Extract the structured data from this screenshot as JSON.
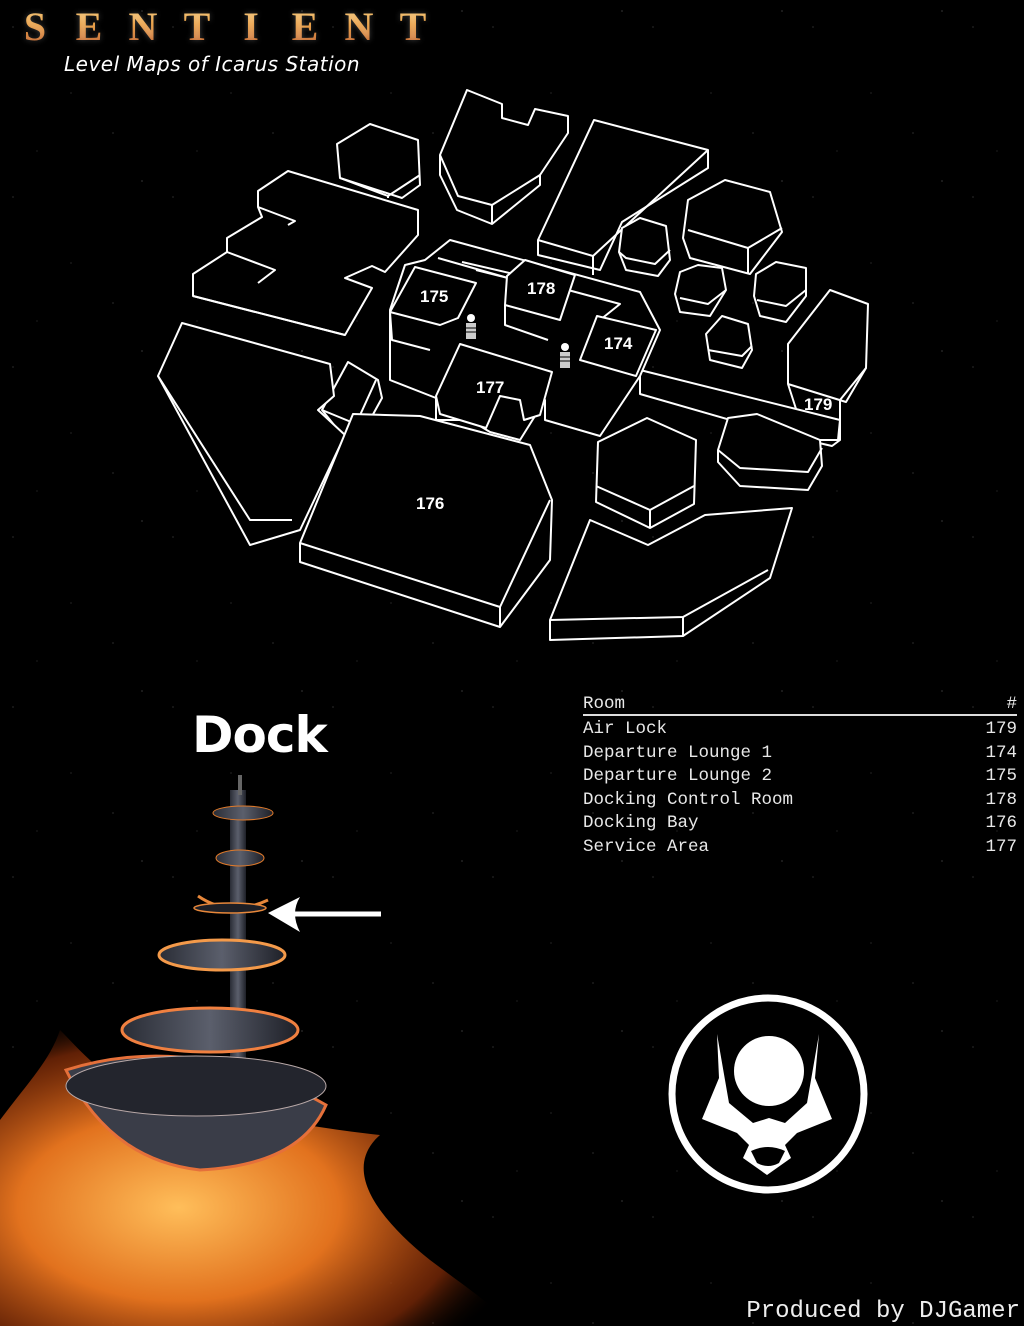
{
  "header": {
    "title_letters": [
      "S",
      "E",
      "N",
      "T",
      "I",
      "E",
      "N",
      "T"
    ],
    "subtitle": "Level Maps of Icarus Station"
  },
  "map": {
    "rooms": [
      {
        "id": "175",
        "label": "175"
      },
      {
        "id": "178",
        "label": "178"
      },
      {
        "id": "174",
        "label": "174"
      },
      {
        "id": "177",
        "label": "177"
      },
      {
        "id": "179",
        "label": "179"
      },
      {
        "id": "176",
        "label": "176"
      }
    ],
    "line_color": "#ffffff",
    "fill_color": "#000000"
  },
  "dock": {
    "title": "Dock",
    "arrow_icon": "left-arrow-icon"
  },
  "legend": {
    "header_room": "Room",
    "header_num": "#",
    "rows": [
      {
        "room": "Air Lock",
        "num": "179"
      },
      {
        "room": "Departure Lounge 1",
        "num": "174"
      },
      {
        "room": "Departure Lounge 2",
        "num": "175"
      },
      {
        "room": "Docking Control Room",
        "num": "178"
      },
      {
        "room": "Docking Bay",
        "num": "176"
      },
      {
        "room": "Service Area",
        "num": "177"
      }
    ]
  },
  "footer": {
    "credit": "Produced by DJGamer"
  }
}
